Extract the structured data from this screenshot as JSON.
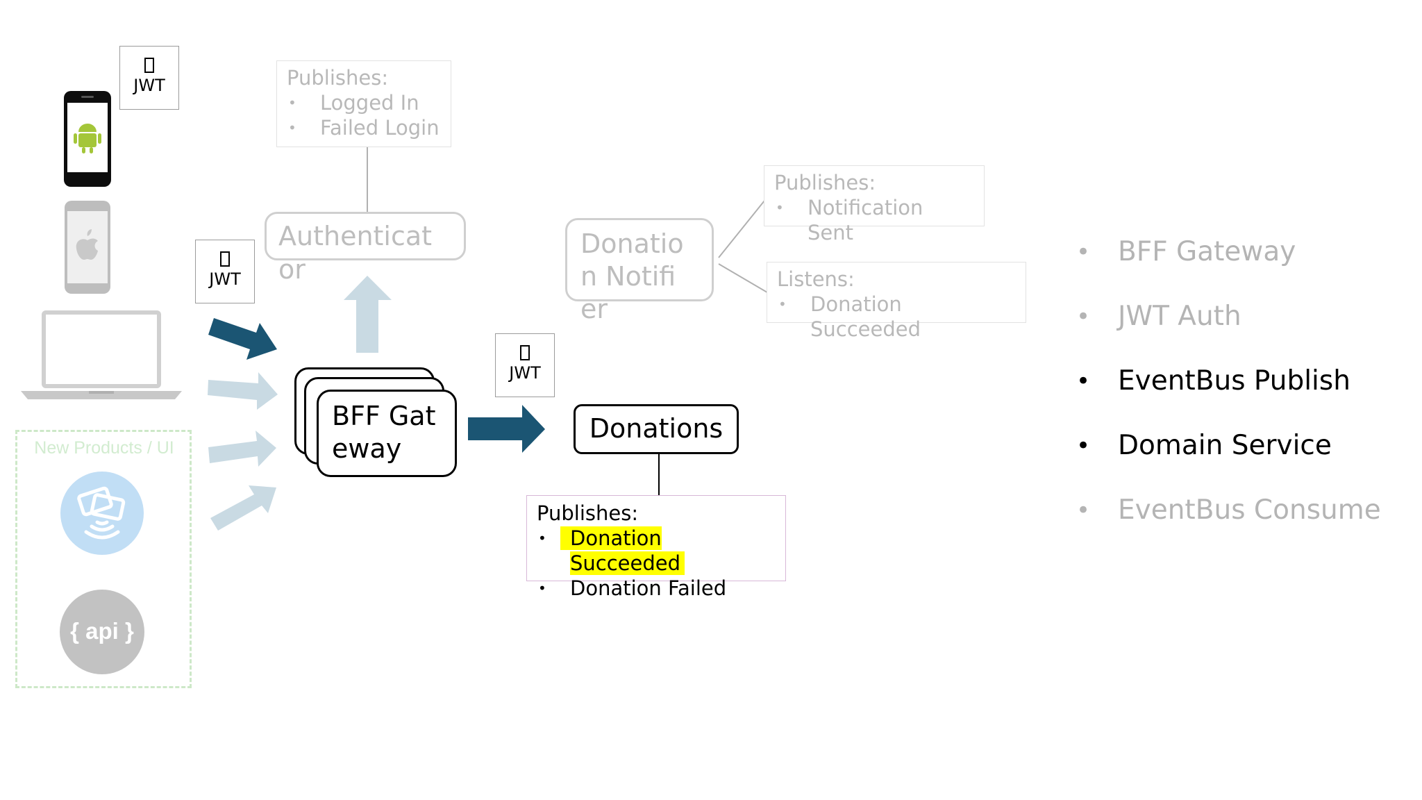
{
  "jwt_label": "JWT",
  "authenticator": {
    "name": "Authenticator",
    "publishes_header": "Publishes:",
    "publishes": [
      "Logged In",
      "Failed Login"
    ]
  },
  "notifier": {
    "name": "Donation Notifier",
    "publishes_header": "Publishes:",
    "publishes": [
      "Notification Sent"
    ],
    "listens_header": "Listens:",
    "listens": [
      "Donation Succeeded"
    ]
  },
  "gateway": {
    "name": "BFF Gateway"
  },
  "donations": {
    "name": "Donations",
    "publishes_header": "Publishes:",
    "publishes": [
      "Donation Succeeded",
      "Donation Failed"
    ]
  },
  "new_products": {
    "label": "New Products / UI",
    "api_label": "{ api }"
  },
  "agenda": [
    {
      "label": "BFF Gateway",
      "active": false
    },
    {
      "label": "JWT Auth",
      "active": false
    },
    {
      "label": "EventBus Publish",
      "active": true
    },
    {
      "label": "Domain Service",
      "active": true
    },
    {
      "label": "EventBus Consume",
      "active": false
    }
  ],
  "colors": {
    "arrow_dark": "#1b5573",
    "arrow_light": "#c9dae3",
    "highlight": "#ffff00",
    "faded_text": "#b8b8b8",
    "agenda_inactive": "#b4b4b4",
    "new_products_border": "#cde8c8"
  },
  "icons": [
    "android-phone-icon",
    "iphone-icon",
    "laptop-icon",
    "payment-terminal-icon",
    "api-icon",
    "document-icon"
  ]
}
